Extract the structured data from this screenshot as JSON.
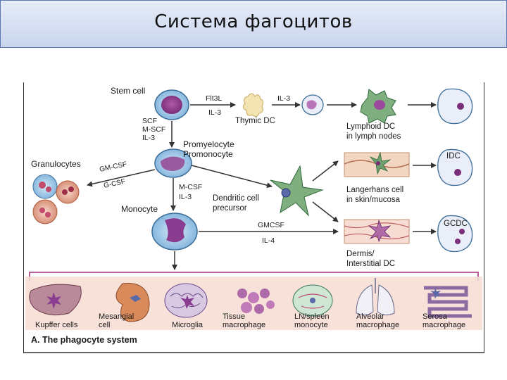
{
  "slide": {
    "title": "Система фагоцитов"
  },
  "diagram": {
    "nodes": {
      "stem_cell": "Stem cell",
      "thymic_dc": "Thymic DC",
      "lymphoid_dc": [
        "Lymphoid DC",
        "in lymph nodes"
      ],
      "promyelocyte": [
        "Promyelocyte",
        "Promonocyte"
      ],
      "granulocytes": "Granulocytes",
      "monocyte": "Monocyte",
      "dc_precursor": [
        "Dendritic cell",
        "precursor"
      ],
      "langerhans": [
        "Langerhans cell",
        "in skin/mucosa"
      ],
      "dermis": [
        "Dermis/",
        "Interstitial DC"
      ],
      "idc": "IDC",
      "gcdc": "GCDC"
    },
    "edge_labels": {
      "flt3l": [
        "Flt3L",
        "IL-3"
      ],
      "il3": "IL-3",
      "scf": [
        "SCF",
        "M-SCF",
        "IL-3"
      ],
      "gmcsf": "GM-CSF",
      "gcsf": "G-CSF",
      "mcsf": [
        "M-CSF",
        "IL-3"
      ],
      "gmcsf2": [
        "GMCSF",
        "IL-4"
      ]
    },
    "tissue_cells": {
      "kupffer": "Kupffer cells",
      "mesangial": [
        "Mesangial",
        "cell"
      ],
      "microglia": "Microglia",
      "tissue_macrophage": [
        "Tissue",
        "macrophage"
      ],
      "ln_spleen": [
        "LN/spleen",
        "monocyte"
      ],
      "alveolar": [
        "Alveolar",
        "macrophage"
      ],
      "serosa": [
        "Serosa",
        "macrophage"
      ]
    },
    "caption": "A. The phagocyte system"
  },
  "colors": {
    "title_bg_top": "#e6ecf8",
    "title_bg_bottom": "#c9d5ee",
    "title_border": "#5a78b0",
    "bracket": "#b04a8a",
    "tissue_band": "#f6dcd2",
    "cell_purple": "#7a3d8a",
    "cell_lavender": "#c9b4dc",
    "dc_green": "#6f9f6f"
  }
}
